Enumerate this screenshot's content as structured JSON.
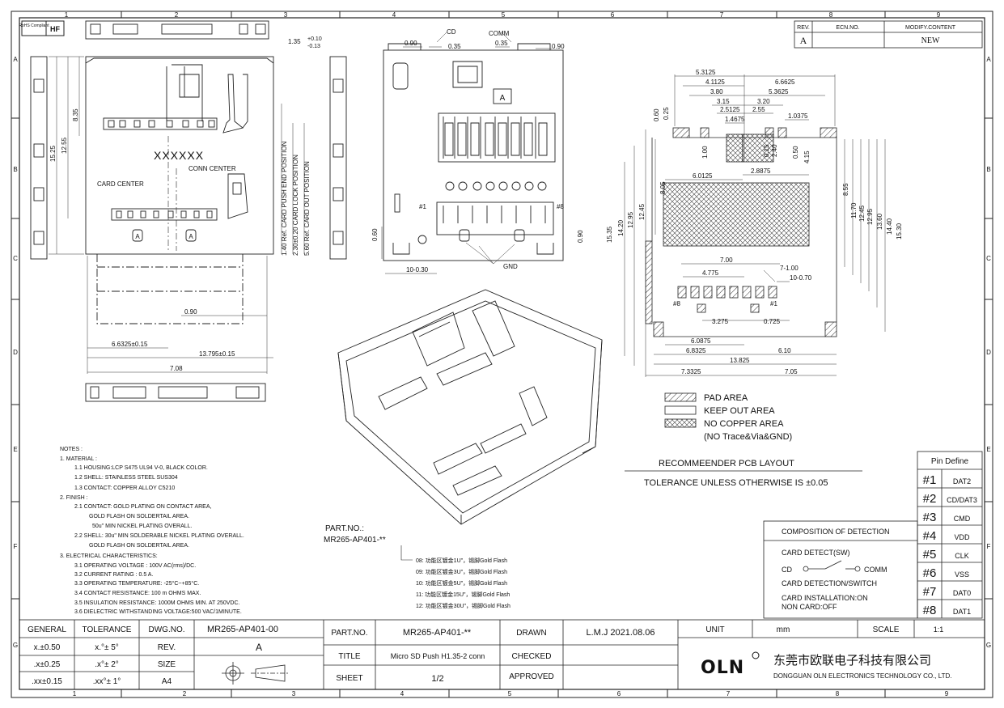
{
  "drawing": {
    "title_block": {
      "general_tolerance_label": "GENERAL",
      "tolerance_label": "TOLERANCE",
      "linear_tolerances": [
        "x.±0.50",
        ".x±0.25",
        ".xx±0.15"
      ],
      "angular_tolerances": [
        "x.°± 5°",
        ".x°± 2°",
        ".xx°± 1°"
      ],
      "dwg_no_label": "DWG.NO.",
      "dwg_no": "MR265-AP401-00",
      "rev_label": "REV.",
      "rev": "A",
      "size_label": "SIZE",
      "size": "A4",
      "part_no_label": "PART.NO.",
      "part_no": "MR265-AP401-**",
      "title_label": "TITLE",
      "title": "Micro SD Push H1.35-2 conn",
      "sheet_label": "SHEET",
      "sheet": "1/2",
      "drawn_label": "DRAWN",
      "drawn_value": "L.M.J  2021.08.06",
      "checked_label": "CHECKED",
      "approved_label": "APPROVED",
      "unit_label": "UNIT",
      "unit": "mm",
      "scale_label": "SCALE",
      "scale": "1:1",
      "company_logo": "OLN",
      "company_cn": "东莞市欧联电子科技有限公司",
      "company_en": "DONGGUAN OLN ELECTRONICS TECHNOLOGY CO., LTD."
    },
    "revision_table": {
      "headers": [
        "REV.",
        "ECN.NO.",
        "MODIFY.CONTENT"
      ],
      "rows": [
        [
          "A",
          "",
          "NEW"
        ]
      ]
    },
    "compliance_badges": [
      "RoHS Compliant",
      "HF"
    ],
    "border_columns": [
      "1",
      "2",
      "3",
      "4",
      "5",
      "6",
      "7",
      "8",
      "9"
    ],
    "border_rows": [
      "A",
      "B",
      "C",
      "D",
      "E",
      "F",
      "G"
    ],
    "front_view": {
      "label_center_mark": "XXXXXX",
      "card_center": "CARD CENTER",
      "conn_center": "CONN CENTER",
      "pos_end": "1.40 Ref. CARD PUSH END POSITION",
      "pos_lock": "2.30±0.20 CARD LOCK POSITION",
      "pos_out": "5.60 Ref. CARD OUT POSITION",
      "dims": {
        "d835": "8.35",
        "d1255": "12.55",
        "d1525": "15.25",
        "d090": "0.90",
        "d66325": "6.6325±0.15",
        "d13795": "13.795±0.15",
        "d708": "7.08"
      }
    },
    "side_view": {
      "height_dim": "1.35",
      "tol_plus": "+0.10",
      "tol_minus": "-0.13"
    },
    "top_view": {
      "cd": "CD",
      "comm": "COMM",
      "d090a": "0.90",
      "d035a": "0.35",
      "d035b": "0.35",
      "d090b": "0.90",
      "pin1": "#1",
      "pin8": "#8",
      "mark_a": "A",
      "d060": "0.60",
      "d1030": "10-0.30",
      "gnd": "GND",
      "d090c": "0.90"
    },
    "pcb_layout": {
      "dims_top": [
        "5.3125",
        "4.1125",
        "3.80",
        "3.15",
        "2.5125",
        "1.4675",
        "6.6625",
        "5.3625",
        "3.20",
        "2.55",
        "1.0375"
      ],
      "dims_small": [
        "0.60",
        "0.25",
        "1.00",
        "0.15",
        "2.40",
        "0.50",
        "4.15"
      ],
      "dims_mid": [
        "6.0125",
        "2.8875",
        "8.05",
        "8.55"
      ],
      "dims_left": [
        "15.35",
        "14.20",
        "12.95",
        "12.45"
      ],
      "dims_right": [
        "11.70",
        "12.45",
        "12.95",
        "13.60",
        "14.40",
        "15.30"
      ],
      "dims_pads": [
        "7.00",
        "4.775",
        "7-1.00",
        "10-0.70",
        "3.275",
        "0.725"
      ],
      "dims_bottom": [
        "6.0875",
        "6.8325",
        "6.10",
        "13.825",
        "7.3325",
        "7.05"
      ],
      "pin8": "#8",
      "pin1": "#1",
      "legend": [
        {
          "pattern": "hatch",
          "label": "PAD AREA"
        },
        {
          "pattern": "empty",
          "label": "KEEP OUT AREA"
        },
        {
          "pattern": "cross",
          "label": "NO COPPER AREA"
        }
      ],
      "legend_note": "(NO Trace&Via&GND)",
      "caption": "RECOMMEENDER PCB LAYOUT",
      "tolerance": "TOLERANCE UNLESS OTHERWISE IS ±0.05"
    },
    "pin_define": {
      "header": "Pin  Define",
      "pins": [
        {
          "no": "#1",
          "name": "DAT2"
        },
        {
          "no": "#2",
          "name": "CD/DAT3"
        },
        {
          "no": "#3",
          "name": "CMD"
        },
        {
          "no": "#4",
          "name": "VDD"
        },
        {
          "no": "#5",
          "name": "CLK"
        },
        {
          "no": "#6",
          "name": "VSS"
        },
        {
          "no": "#7",
          "name": "DAT0"
        },
        {
          "no": "#8",
          "name": "DAT1"
        }
      ]
    },
    "detection": {
      "header": "COMPOSITION  OF  DETECTION",
      "line1": "CARD  DETECT(SW)",
      "cd": "CD",
      "comm": "COMM",
      "line3": "CARD  DETECTION/SWITCH",
      "line4": "CARD  INSTALLATION:ON",
      "line5": "NON  CARD:OFF"
    },
    "notes": {
      "header": "NOTES :",
      "lines": [
        "1. MATERIAL :",
        "1.1 HOUSING:LCP S475 UL94 V-0, BLACK COLOR.",
        "1.2 SHELL: STAINLESS STEEL SUS304",
        "1.3 CONTACT: COPPER ALLOY C5210",
        "2. FINISH :",
        "2.1 CONTACT: GOLD PLATING ON CONTACT AREA,",
        "GOLD FLASH ON SOLDERTAIL AREA.",
        "50u\" MIN NICKEL PLATING OVERALL.",
        "2.2 SHELL: 30u\" MIN SOLDERABLE NICKEL PLATING OVERALL.",
        "GOLD FLASH ON SOLDERTAIL AREA.",
        "3. ELECTRICAL CHARACTERISTICS:",
        "3.1 OPERATING VOLTAGE : 100V AC(rms)/DC.",
        "3.2 CURRENT RATING : 0.5 A.",
        "3.3 OPERATING TEMPERATURE: -25°C~+85°C.",
        "3.4 CONTACT RESISTANCE: 100 m OHMS MAX.",
        "3.5 INSULATION RESISTANCE: 1000M OHMS MIN. AT 250VDC.",
        "3.6 DIELECTRIC WITHSTANDING VOLTAGE:500 VAC/1MINUTE."
      ]
    },
    "part_options": {
      "label": "PART.NO.:",
      "code": "MR265-AP401-**",
      "options": [
        "08: 功能区镀金1U\"，锡脚Gold Flash",
        "09: 功能区镀金3U\"，锡脚Gold Flash",
        "10: 功能区镀金5U\"，锡脚Gold Flash",
        "11: 功能区镀金15U\"，锡脚Gold Flash",
        "12: 功能区镀金30U\"，锡脚Gold Flash"
      ]
    }
  }
}
